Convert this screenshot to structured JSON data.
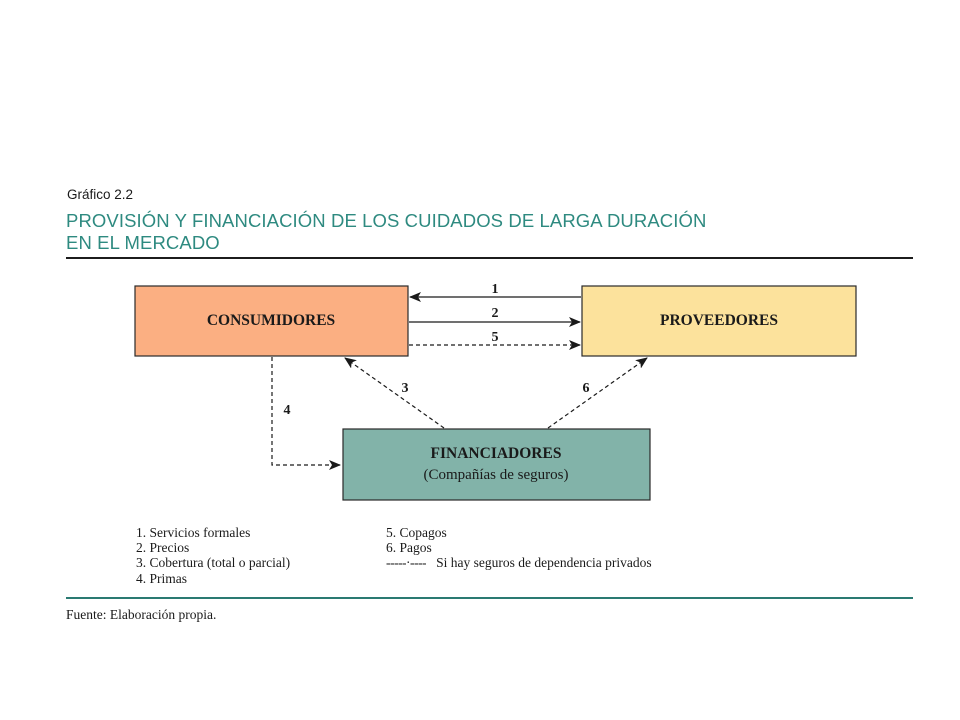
{
  "figure_label": "Gráfico 2.2",
  "title_line1": "PROVISIÓN Y FINANCIACIÓN DE LOS CUIDADOS DE LARGA DURACIÓN",
  "title_line2": "EN EL MERCADO",
  "nodes": {
    "consumidores": {
      "label": "CONSUMIDORES",
      "fill": "#FBAF82"
    },
    "proveedores": {
      "label": "PROVEEDORES",
      "fill": "#FCE29C"
    },
    "financiadores": {
      "label": "FINANCIADORES",
      "sublabel": "(Compañías de seguros)",
      "fill": "#82B3A9"
    }
  },
  "arrows": [
    {
      "id": "1",
      "label": "1",
      "from": "proveedores",
      "to": "consumidores",
      "style": "solid"
    },
    {
      "id": "2",
      "label": "2",
      "from": "consumidores",
      "to": "proveedores",
      "style": "solid"
    },
    {
      "id": "5",
      "label": "5",
      "from": "consumidores",
      "to": "proveedores",
      "style": "dashed"
    },
    {
      "id": "3",
      "label": "3",
      "from": "financiadores",
      "to": "consumidores",
      "style": "dashed"
    },
    {
      "id": "6",
      "label": "6",
      "from": "financiadores",
      "to": "proveedores",
      "style": "dashed"
    },
    {
      "id": "4",
      "label": "4",
      "from": "consumidores",
      "to": "financiadores",
      "style": "dashed"
    }
  ],
  "legend": {
    "left": [
      "1. Servicios formales",
      "2. Precios",
      "3. Cobertura (total o parcial)",
      "4. Primas"
    ],
    "right": [
      "5. Copagos",
      "6. Pagos"
    ],
    "dashed_symbol": "-----·----",
    "dashed_note": "Si hay seguros de dependencia privados"
  },
  "source": "Fuente: Elaboración propia."
}
